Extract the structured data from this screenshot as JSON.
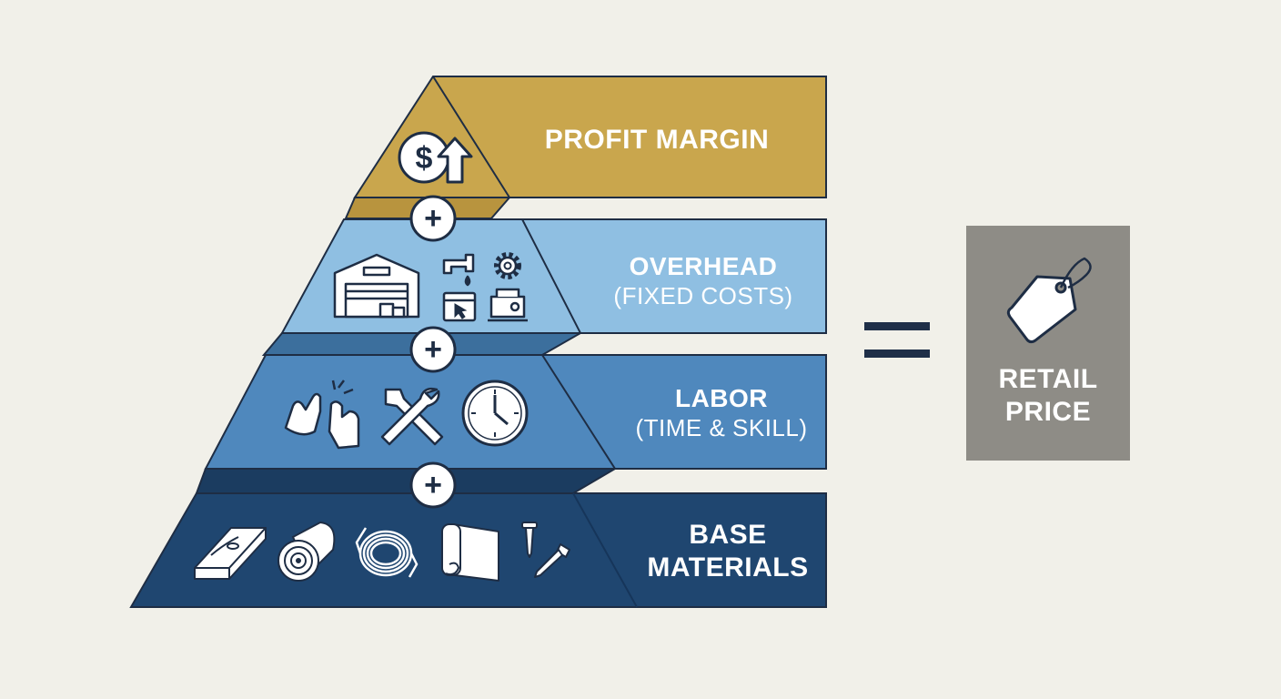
{
  "layers": [
    {
      "id": "profit",
      "title": "PROFIT MARGIN",
      "subtitle": "",
      "icons": [
        "dollar-up-arrow-icon"
      ]
    },
    {
      "id": "overhead",
      "title": "OVERHEAD",
      "subtitle": "(FIXED COSTS)",
      "icons": [
        "warehouse-icon",
        "faucet-icon",
        "gear-icon",
        "browser-window-icon",
        "sewing-machine-icon"
      ]
    },
    {
      "id": "labor",
      "title": "LABOR",
      "subtitle": "(TIME & SKILL)",
      "icons": [
        "hands-icon",
        "wrench-hammer-icon",
        "clock-icon"
      ]
    },
    {
      "id": "materials",
      "title": "BASE MATERIALS",
      "title_lines": [
        "BASE",
        "MATERIALS"
      ],
      "subtitle": "",
      "icons": [
        "wood-plank-icon",
        "log-icon",
        "wire-coil-icon",
        "fabric-roll-icon",
        "screws-icon"
      ]
    }
  ],
  "operators": {
    "plus": "+",
    "equals": "="
  },
  "result": {
    "line1": "RETAIL",
    "line2": "PRICE",
    "icon": "price-tag-icon"
  },
  "colors": {
    "background": "#f1f0e9",
    "profit": "#c9a64d",
    "overhead": "#8fbfe2",
    "labor": "#4f88bd",
    "materials": "#1f4670",
    "outline": "#1e2d44",
    "result_box": "#8e8c86",
    "equals": "#1f2f48"
  }
}
